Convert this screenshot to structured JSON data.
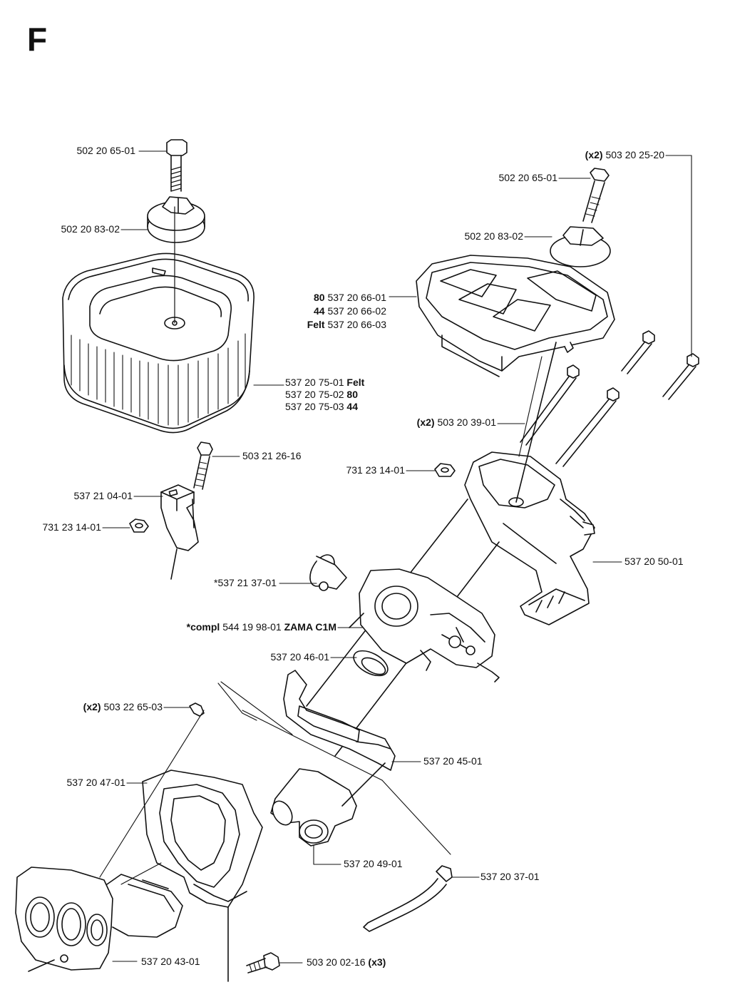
{
  "page": {
    "section_letter": "F"
  },
  "labels": {
    "bolt_left": "502 20 65-01",
    "knob_left": "502 20 83-02",
    "filter_felt": {
      "num": "537 20 75-01",
      "suffix": "Felt"
    },
    "filter_80": {
      "num": "537 20 75-02",
      "suffix": "80"
    },
    "filter_44": {
      "num": "537 20 75-03",
      "suffix": "44"
    },
    "screw_16": "503 21 26-16",
    "bracket": "537 21 04-01",
    "nut_left": "731 23 14-01",
    "screw_x2_top": {
      "prefix": "(x2)",
      "num": "503 20 25-20"
    },
    "bolt_right": "502 20 65-01",
    "knob_right": "502 20 83-02",
    "cover_80": {
      "prefix": "80",
      "num": "537 20 66-01"
    },
    "cover_44": {
      "prefix": "44",
      "num": "537 20 66-02"
    },
    "cover_felt": {
      "prefix": "Felt",
      "num": "537 20 66-03"
    },
    "screw_x2_mid": {
      "prefix": "(x2)",
      "num": "503 20 39-01"
    },
    "nut_right": "731 23 14-01",
    "filter_holder": "537 20 50-01",
    "pump_cover": "*537 21 37-01",
    "carb": {
      "prefix": "*compl",
      "num": "544 19 98-01",
      "suffix": "ZAMA C1M"
    },
    "gasket": "537 20 46-01",
    "sleeve": {
      "prefix": "(x2)",
      "num": "503 22 65-03"
    },
    "carb_holder": {
      "num": "537 20",
      "suffix": "45-01"
    },
    "heat_shield": "537 20 47-01",
    "elbow": "537 20 49-01",
    "hose": "537 20 37-01",
    "intake": "537 20 43-01",
    "screw_x3": {
      "num": "503 20 02-16",
      "suffix": "(x3)"
    }
  }
}
